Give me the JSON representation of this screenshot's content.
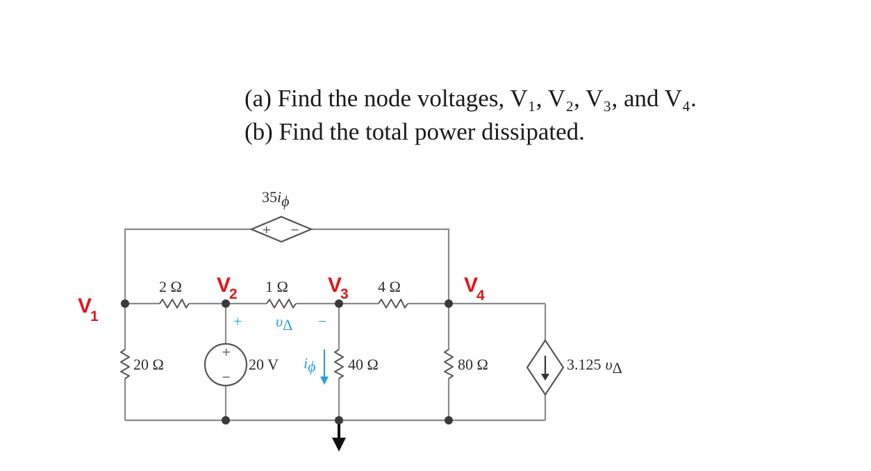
{
  "question": {
    "part_a": "(a) Find the node voltages, V₁, V₂, V₃, and V₄.",
    "part_b": "(b) Find the total power dissipated."
  },
  "circuit": {
    "dependent_voltage_source": {
      "label_coef": "35",
      "label_var": "i",
      "label_sub": "ϕ",
      "plus": "+",
      "minus": "−"
    },
    "resistors": {
      "r_2": "2 Ω",
      "r_1": "1 Ω",
      "r_4": "4 Ω",
      "r_20": "20 Ω",
      "r_40": "40 Ω",
      "r_80": "80 Ω"
    },
    "voltage_source": {
      "label": "20 V",
      "plus": "+",
      "minus": "−"
    },
    "v_delta": {
      "symbol": "υ",
      "sub": "Δ",
      "plus": "+",
      "minus": "−"
    },
    "i_phi": {
      "symbol": "i",
      "sub": "ϕ"
    },
    "dependent_current_source": {
      "label_coef": "3.125",
      "label_var": "υ",
      "label_sub": "Δ"
    },
    "node_labels": {
      "v1": {
        "letter": "V",
        "sub": "1"
      },
      "v2": {
        "letter": "V",
        "sub": "2"
      },
      "v3": {
        "letter": "V",
        "sub": "3"
      },
      "v4": {
        "letter": "V",
        "sub": "4"
      }
    },
    "colors": {
      "node_label": "#e3141b",
      "annotation": "#2a9fd8",
      "wire": "#8a8a8a"
    }
  }
}
